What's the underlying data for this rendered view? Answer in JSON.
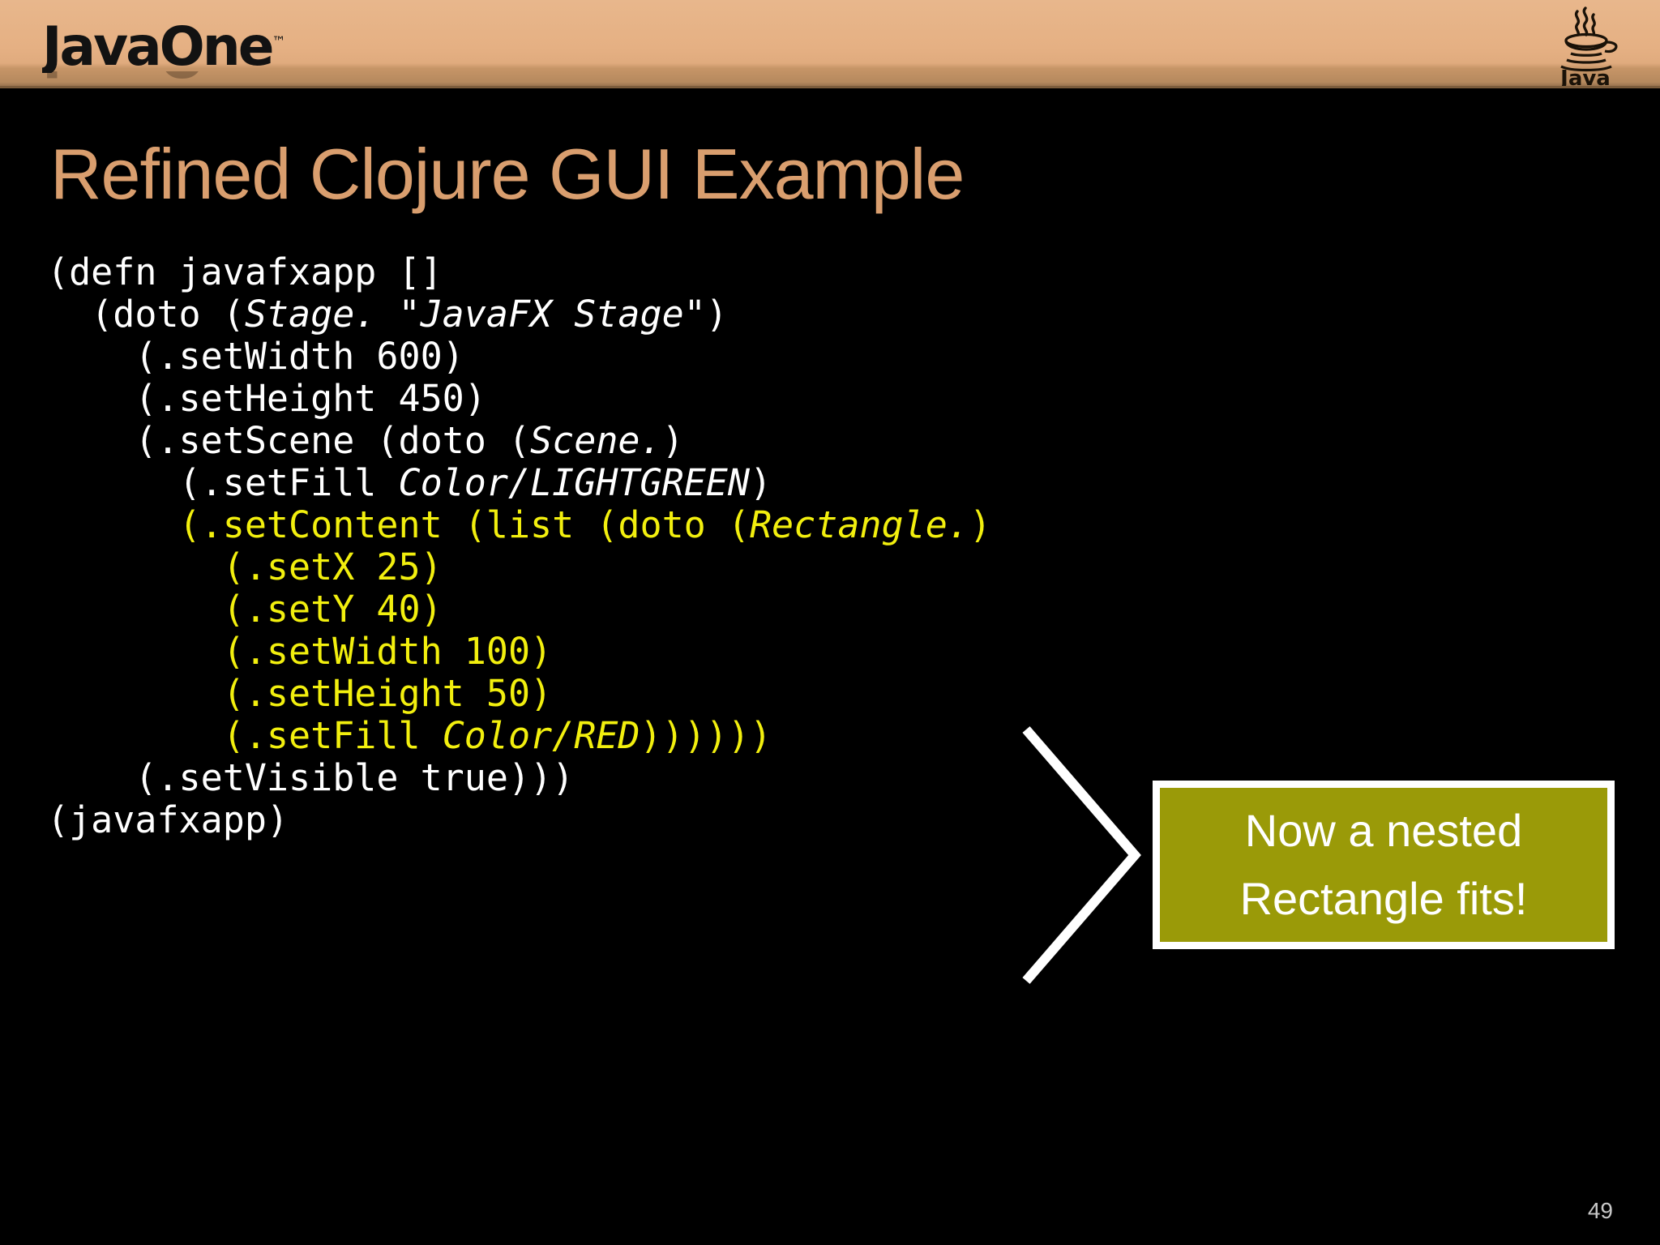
{
  "header": {
    "brand_logo_text": "JavaOne",
    "brand_logo_tm": "™",
    "java_logo_text": "Java",
    "java_logo_tm": "™",
    "band_color": "#e5b083"
  },
  "title": {
    "text": "Refined Clojure GUI Example",
    "color": "#d99e6e"
  },
  "code": {
    "language": "clojure",
    "default_color": "#ffffff",
    "highlight_color": "#f2ef0e",
    "lines": [
      {
        "indent": "",
        "segments": [
          {
            "text": "(defn javafxapp []",
            "style": "normal",
            "color": "white"
          }
        ]
      },
      {
        "indent": "  ",
        "segments": [
          {
            "text": "(doto (",
            "style": "normal",
            "color": "white"
          },
          {
            "text": "Stage. \"JavaFX Stage\"",
            "style": "italic",
            "color": "white"
          },
          {
            "text": ")",
            "style": "normal",
            "color": "white"
          }
        ]
      },
      {
        "indent": "    ",
        "segments": [
          {
            "text": "(.setWidth 600)",
            "style": "normal",
            "color": "white"
          }
        ]
      },
      {
        "indent": "    ",
        "segments": [
          {
            "text": "(.setHeight 450)",
            "style": "normal",
            "color": "white"
          }
        ]
      },
      {
        "indent": "    ",
        "segments": [
          {
            "text": "(.setScene (doto (",
            "style": "normal",
            "color": "white"
          },
          {
            "text": "Scene.",
            "style": "italic",
            "color": "white"
          },
          {
            "text": ")",
            "style": "normal",
            "color": "white"
          }
        ]
      },
      {
        "indent": "      ",
        "segments": [
          {
            "text": "(.setFill ",
            "style": "normal",
            "color": "white"
          },
          {
            "text": "Color/LIGHTGREEN",
            "style": "italic",
            "color": "white"
          },
          {
            "text": ")",
            "style": "normal",
            "color": "white"
          }
        ]
      },
      {
        "indent": "      ",
        "segments": [
          {
            "text": "(.setContent (list (doto (",
            "style": "normal",
            "color": "yellow"
          },
          {
            "text": "Rectangle.",
            "style": "italic",
            "color": "yellow"
          },
          {
            "text": ")",
            "style": "normal",
            "color": "yellow"
          }
        ]
      },
      {
        "indent": "        ",
        "segments": [
          {
            "text": "(.setX 25)",
            "style": "normal",
            "color": "yellow"
          }
        ]
      },
      {
        "indent": "        ",
        "segments": [
          {
            "text": "(.setY 40)",
            "style": "normal",
            "color": "yellow"
          }
        ]
      },
      {
        "indent": "        ",
        "segments": [
          {
            "text": "(.setWidth 100)",
            "style": "normal",
            "color": "yellow"
          }
        ]
      },
      {
        "indent": "        ",
        "segments": [
          {
            "text": "(.setHeight 50)",
            "style": "normal",
            "color": "yellow"
          }
        ]
      },
      {
        "indent": "        ",
        "segments": [
          {
            "text": "(.setFill ",
            "style": "normal",
            "color": "yellow"
          },
          {
            "text": "Color/RED",
            "style": "italic",
            "color": "yellow"
          },
          {
            "text": "))))))",
            "style": "normal",
            "color": "yellow"
          }
        ]
      },
      {
        "indent": "    ",
        "segments": [
          {
            "text": "(.setVisible true)))",
            "style": "normal",
            "color": "white"
          }
        ]
      },
      {
        "indent": "",
        "segments": [
          {
            "text": "(javafxapp)",
            "style": "normal",
            "color": "white"
          }
        ]
      }
    ]
  },
  "callout": {
    "line1": "Now a nested",
    "line2": "Rectangle fits!",
    "background_color": "#9a9a08",
    "border_color": "#ffffff",
    "text_color": "#ffffff",
    "arrow": "chevron-right"
  },
  "footer": {
    "page_number": "49"
  }
}
